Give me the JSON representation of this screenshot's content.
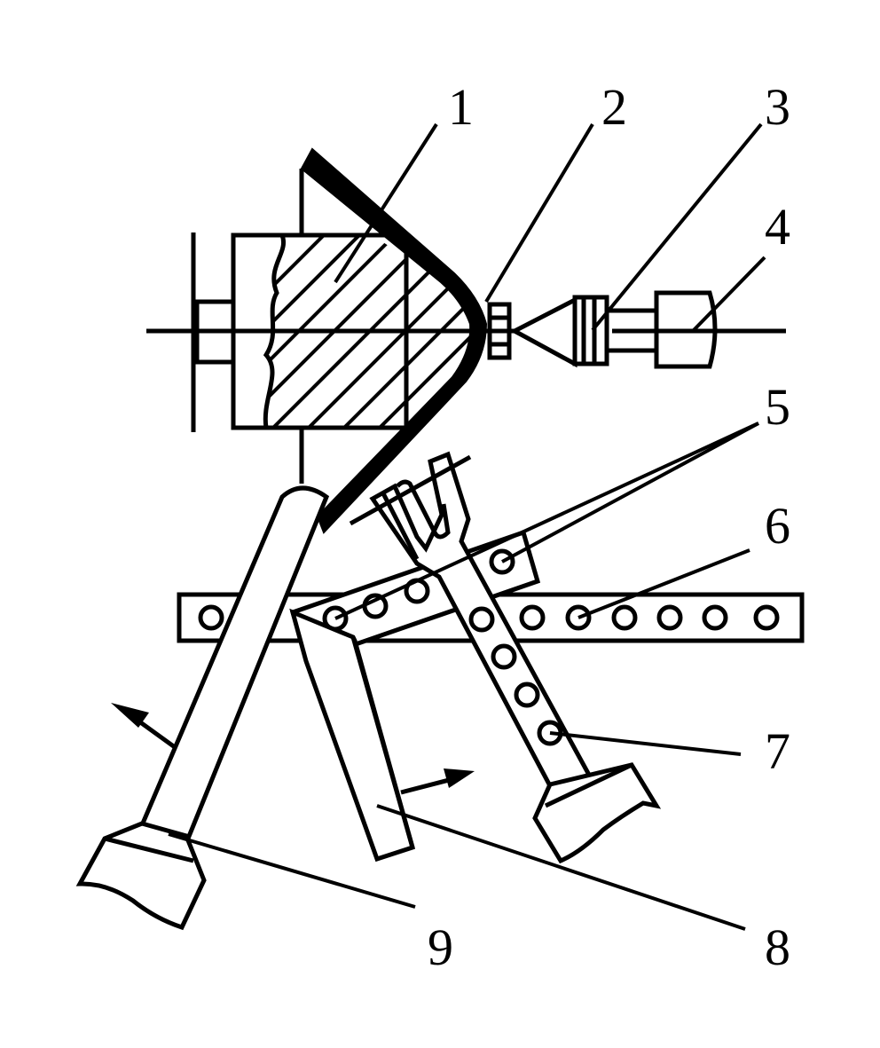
{
  "diagram": {
    "callouts": [
      {
        "id": "c1",
        "text": "1"
      },
      {
        "id": "c2",
        "text": "2"
      },
      {
        "id": "c3",
        "text": "3"
      },
      {
        "id": "c4",
        "text": "4"
      },
      {
        "id": "c5",
        "text": "5"
      },
      {
        "id": "c6",
        "text": "6"
      },
      {
        "id": "c7",
        "text": "7"
      },
      {
        "id": "c8",
        "text": "8"
      },
      {
        "id": "c9",
        "text": "9"
      }
    ],
    "colors": {
      "ink": "#000000",
      "paper": "#ffffff"
    }
  }
}
